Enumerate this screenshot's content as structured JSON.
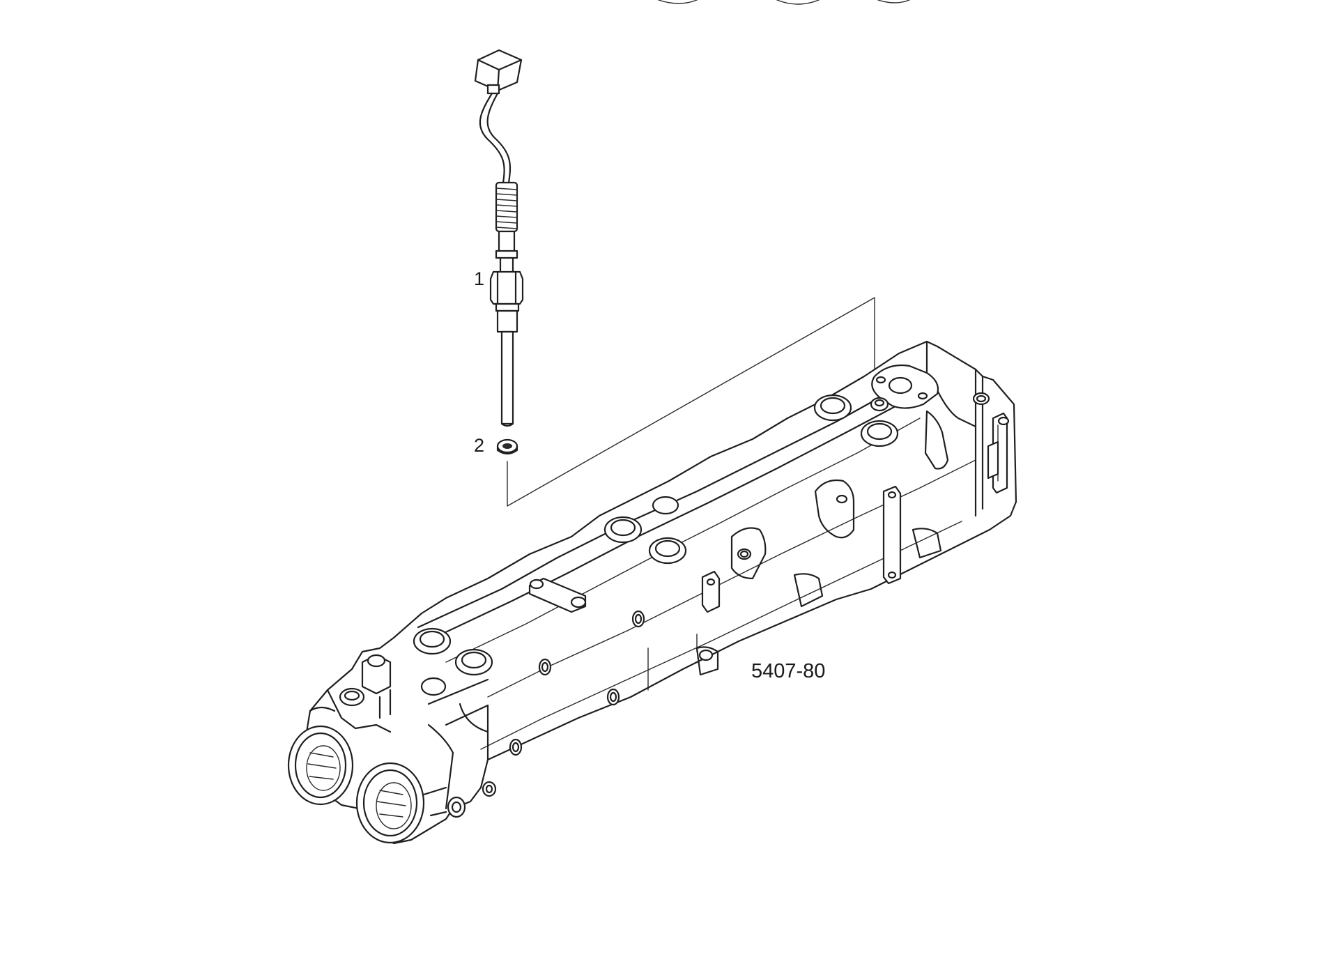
{
  "diagram": {
    "figure_code": "5407-80",
    "callouts": [
      {
        "id": "1",
        "label": "1",
        "part": "sensor"
      },
      {
        "id": "2",
        "label": "2",
        "part": "seal-washer"
      }
    ]
  },
  "colors": {
    "line": "#1f1f1f",
    "background": "#ffffff"
  }
}
